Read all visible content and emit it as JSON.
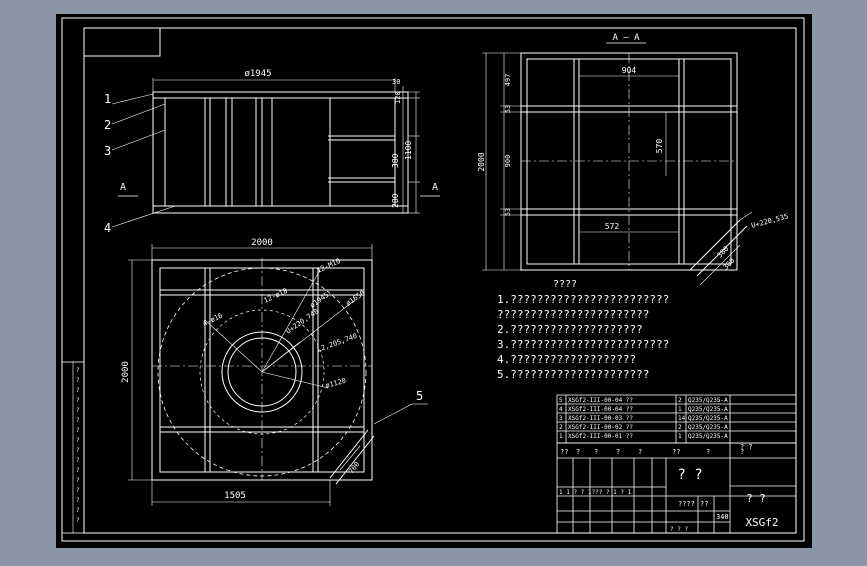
{
  "colors": {
    "frame": "#8a95a6",
    "paper": "#000000",
    "line": "#ffffff",
    "accent": "#ffffff",
    "dim": "#ffffff"
  },
  "view_top": {
    "dim_width": "ø1945",
    "dim_a": "30",
    "dim_b": "120",
    "dim_c": "380",
    "dim_d": "280",
    "dim_total": "1100",
    "callouts": [
      "1",
      "2",
      "3",
      "4"
    ],
    "section_mark_left": "A",
    "section_mark_right": "A"
  },
  "view_section": {
    "title": "A — A",
    "dim_top": "904",
    "dim_mid": "570",
    "dim_low": "572",
    "dim_total_h": "2000",
    "dim_seg1": "497",
    "dim_seg2": "53",
    "dim_seg3": "900",
    "dim_seg4": "53",
    "dim_side": "U+220,535",
    "dim_side_a": "380",
    "dim_side_b": "300"
  },
  "view_plan": {
    "dim_width": "2000",
    "dim_height": "2000",
    "dim_bottom": "1505",
    "label_holes_a": "12-ø18",
    "label_holes_b": "4-ø16",
    "label_holes_c": "12-M10",
    "dim_d1": "ø1945",
    "dim_d2": "ø1650",
    "dim_d3": "ø1120",
    "label_u": "U+220,740",
    "label_l": "L2,205,740",
    "callout": "5",
    "dim_diag": "700"
  },
  "notes": {
    "heading": "????",
    "lines": [
      "1.????????????????????????",
      "   ???????????????????????",
      "2.????????????????????",
      "3.????????????????????????",
      "4.???????????????????",
      "5.?????????????????????"
    ]
  },
  "bom": {
    "rows": [
      [
        "5",
        "XSGf2-III-00-04 ??",
        "2",
        "Q235/Q235-A"
      ],
      [
        "4",
        "XSGf2-III-00-04 ??",
        "1",
        "Q235/Q235-A"
      ],
      [
        "3",
        "XSGf2-III-00-03 ??",
        "14",
        "Q235/Q235-A"
      ],
      [
        "2",
        "XSGf2-III-00-02 ??",
        "2",
        "Q235/Q235-A"
      ],
      [
        "1",
        "XSGf2-III-00-01 ??",
        "1",
        "Q235/Q235-A"
      ]
    ],
    "header": [
      "??",
      "?",
      "?",
      "?",
      "?",
      "??",
      "?",
      "?"
    ]
  },
  "title_block": {
    "name": "? ?",
    "material": "? ?",
    "drawing_no": "XSGf2",
    "scale_label": "????",
    "qty_label": "??",
    "weight": "340",
    "row_a": "1 1 ? ? 1??? ? 1 ? 1",
    "row_b": "? ?",
    "row_c": "? ? ?"
  },
  "side_strip": {
    "labels": [
      "?",
      "?",
      "?",
      "?",
      "?",
      "?",
      "?",
      "?",
      "?",
      "?",
      "?",
      "?",
      "?",
      "?",
      "?",
      "?"
    ]
  }
}
